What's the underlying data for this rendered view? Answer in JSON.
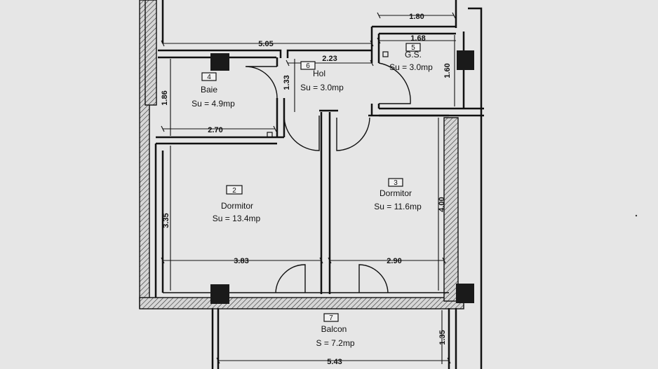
{
  "rooms": [
    {
      "id": "bale",
      "number": "4",
      "name": "Baie",
      "area": "Su = 4.9mp"
    },
    {
      "id": "hol",
      "number": "6",
      "name": "Hol",
      "area": "Su = 3.0mp"
    },
    {
      "id": "gs",
      "number": "5",
      "name": "G.S.",
      "area": "Su = 3.0mp"
    },
    {
      "id": "dormitor-2",
      "number": "2",
      "name": "Dormitor",
      "area": "Su = 13.4mp"
    },
    {
      "id": "dormitor-3",
      "number": "3",
      "name": "Dormitor",
      "area": "Su = 11.6mp"
    },
    {
      "id": "balcon",
      "number": "7",
      "name": "Balcon",
      "area": "S = 7.2mp"
    }
  ],
  "dimensions": {
    "d_180": "1.80",
    "d_505": "5.05",
    "d_168": "1.68",
    "d_223": "2.23",
    "d_133": "1.33",
    "d_186": "1.86",
    "d_160": "1.60",
    "d_270": "2.70",
    "d_400": "4.00",
    "d_335": "3.35",
    "d_383": "3.83",
    "d_290": "2.90",
    "d_135": "1.35",
    "d_543": "5.43"
  }
}
